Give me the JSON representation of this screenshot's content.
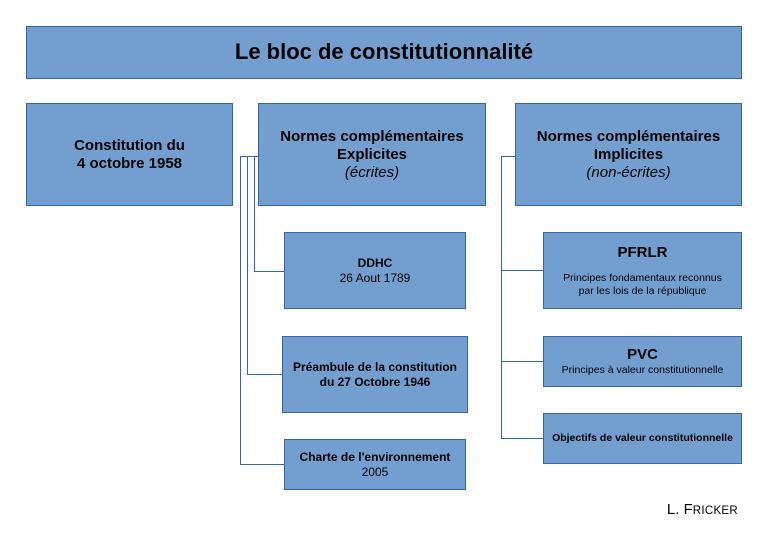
{
  "title": "Le bloc de constitutionnalité",
  "constitution": {
    "line1": "Constitution du",
    "line2": "4 octobre 1958"
  },
  "explicit": {
    "line1": "Normes complémentaires",
    "line2": "Explicites",
    "line3": "(écrites)",
    "items": [
      {
        "title": "DDHC",
        "text": "26 Aout 1789"
      },
      {
        "title": "Préambule de la constitution",
        "title2": "du 27 Octobre 1946"
      },
      {
        "title": "Charte de l'environnement",
        "text": "2005"
      }
    ]
  },
  "implicit": {
    "line1": "Normes complémentaires",
    "line2": "Implicites",
    "line3": "(non-écrites)",
    "items": [
      {
        "title": "PFRLR",
        "text1": "Principes fondamentaux reconnus",
        "text2": "par les lois de la république"
      },
      {
        "title": "PVC",
        "text1": "Principes à valeur constitutionnelle"
      },
      {
        "title": "Objectifs de valeur constitutionnelle"
      }
    ]
  },
  "author": {
    "initial": "L. F",
    "rest": "RICKER"
  },
  "colors": {
    "box_fill": "#729fcf",
    "box_border": "#3465a4",
    "connector": "#3465a4"
  }
}
